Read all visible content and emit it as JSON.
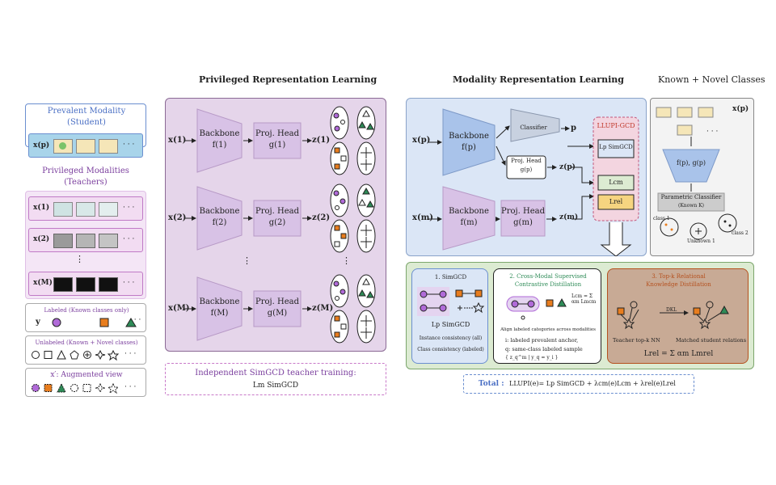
{
  "headers": {
    "privileged": "Privileged Representation Learning",
    "modality": "Modality Representation Learning",
    "known_novel": "Known + Novel Classes"
  },
  "legend": {
    "prevalent_title": "Prevalent Modality",
    "prevalent_sub": "(Student)",
    "prevalent_x": "x(p)",
    "privileged_title": "Privileged Modalities",
    "privileged_sub": "(Teachers)",
    "priv_rows": [
      "x(1)",
      "x(2)",
      "x(M)"
    ],
    "ellipsis": "· · ·",
    "vdots": "⋮",
    "labeled_title": "Labeled (Known classes only)",
    "labeled_y": "y",
    "unlabeled_title": "Unlabeled (Known + Novel classes)",
    "aug_title": "x′:  Augmented view"
  },
  "privileged": {
    "rows": [
      {
        "input": "x(1)",
        "backbone": "Backbone",
        "backbone_f": "f(1)",
        "head": "Proj. Head",
        "head_g": "g(1)",
        "z": "z(1)"
      },
      {
        "input": "x(2)",
        "backbone": "Backbone",
        "backbone_f": "f(2)",
        "head": "Proj. Head",
        "head_g": "g(2)",
        "z": "z(2)"
      },
      {
        "input": "x(M)",
        "backbone": "Backbone",
        "backbone_f": "f(M)",
        "head": "Proj. Head",
        "head_g": "g(M)",
        "z": "z(M)"
      }
    ],
    "vdots": "⋮",
    "teacher_caption": "Independent SimGCD teacher training:",
    "teacher_loss": "Lm SimGCD"
  },
  "modality": {
    "x_p": "x(p)",
    "x_m": "x(m)",
    "backbone": "Backbone",
    "backbone_fp": "f(p)",
    "backbone_fm": "f(m)",
    "classifier": "Classifier",
    "p_i": "p",
    "proj_head_small": "Proj. Head",
    "proj_g_small": "g(p)",
    "z_p": "z(p)",
    "proj_head": "Proj. Head",
    "proj_gm": "g(m)",
    "z_m": "z(m)",
    "loss_title": "LLUPI-GCD",
    "loss_simgcd": "Lp SimGCD",
    "loss_cm": "Lcm",
    "loss_rel": "Lrel"
  },
  "known_novel": {
    "x_p": "x(p)",
    "ellipsis": "· · ·",
    "encoder": "f(p), g(p)",
    "classifier": "Parametric Classifier",
    "classifier_sub": "(Known K)",
    "class1": "class 1",
    "unknown1": "Unknown 1",
    "class2": "class 2"
  },
  "bottom": {
    "simgcd_title": "1. SimGCD",
    "simgcd_loss": "Lp SimGCD",
    "simgcd_l1": "Instance consistency (all)",
    "simgcd_l2": "Class consistency (labeled)",
    "cm_title1": "2. Cross-Modal Supervised",
    "cm_title2": "Contrastive Distillation",
    "cm_eq": "Lcm = Σ αm Lmcm",
    "cm_align": "Align labeled categories across modalities",
    "cm_anchor": "i: labeled prevalent anchor,",
    "cm_same": "q: same-class labeled sample",
    "cm_set": "{ z_q^m | y_q = y_i }",
    "rel_title1": "3. Top-k Relational",
    "rel_title2": "Knowledge Distillation",
    "rel_kl": "DKL",
    "rel_teacher": "Teacher top-k NN",
    "rel_student": "Matched student relations",
    "rel_eq": "Lrel = Σ αm Lmrel",
    "total_label": "Total :",
    "total_eq": "LLUPI(e)= Lp SimGCD + λcm(e)Lcm + λrel(e)Lrel"
  },
  "colors": {
    "student_blue": "#4a6fc4",
    "teacher_purple": "#7b3f9e",
    "panel_purple": "#e5d5ea",
    "panel_blue": "#dbe6f6",
    "panel_green": "#dcebd2",
    "brown": "#c8aa95",
    "orange": "#e87d1e",
    "green": "#2e8b57",
    "violet": "#b06ad8"
  }
}
